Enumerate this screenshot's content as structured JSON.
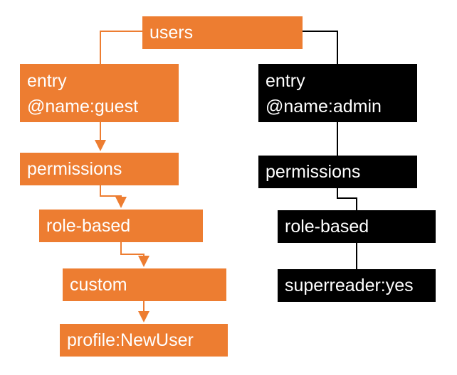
{
  "colors": {
    "guest_branch": "#ED7D31",
    "admin_branch": "#000000",
    "text": "#FFFFFF"
  },
  "root": {
    "label": "users"
  },
  "guest_branch": {
    "entry": {
      "line1": "entry",
      "line2": "@name:guest"
    },
    "permissions": "permissions",
    "role_based": "role-based",
    "custom": "custom",
    "profile": "profile:NewUser"
  },
  "admin_branch": {
    "entry": {
      "line1": "entry",
      "line2": "@name:admin"
    },
    "permissions": "permissions",
    "role_based": "role-based",
    "superreader": "superreader:yes"
  }
}
